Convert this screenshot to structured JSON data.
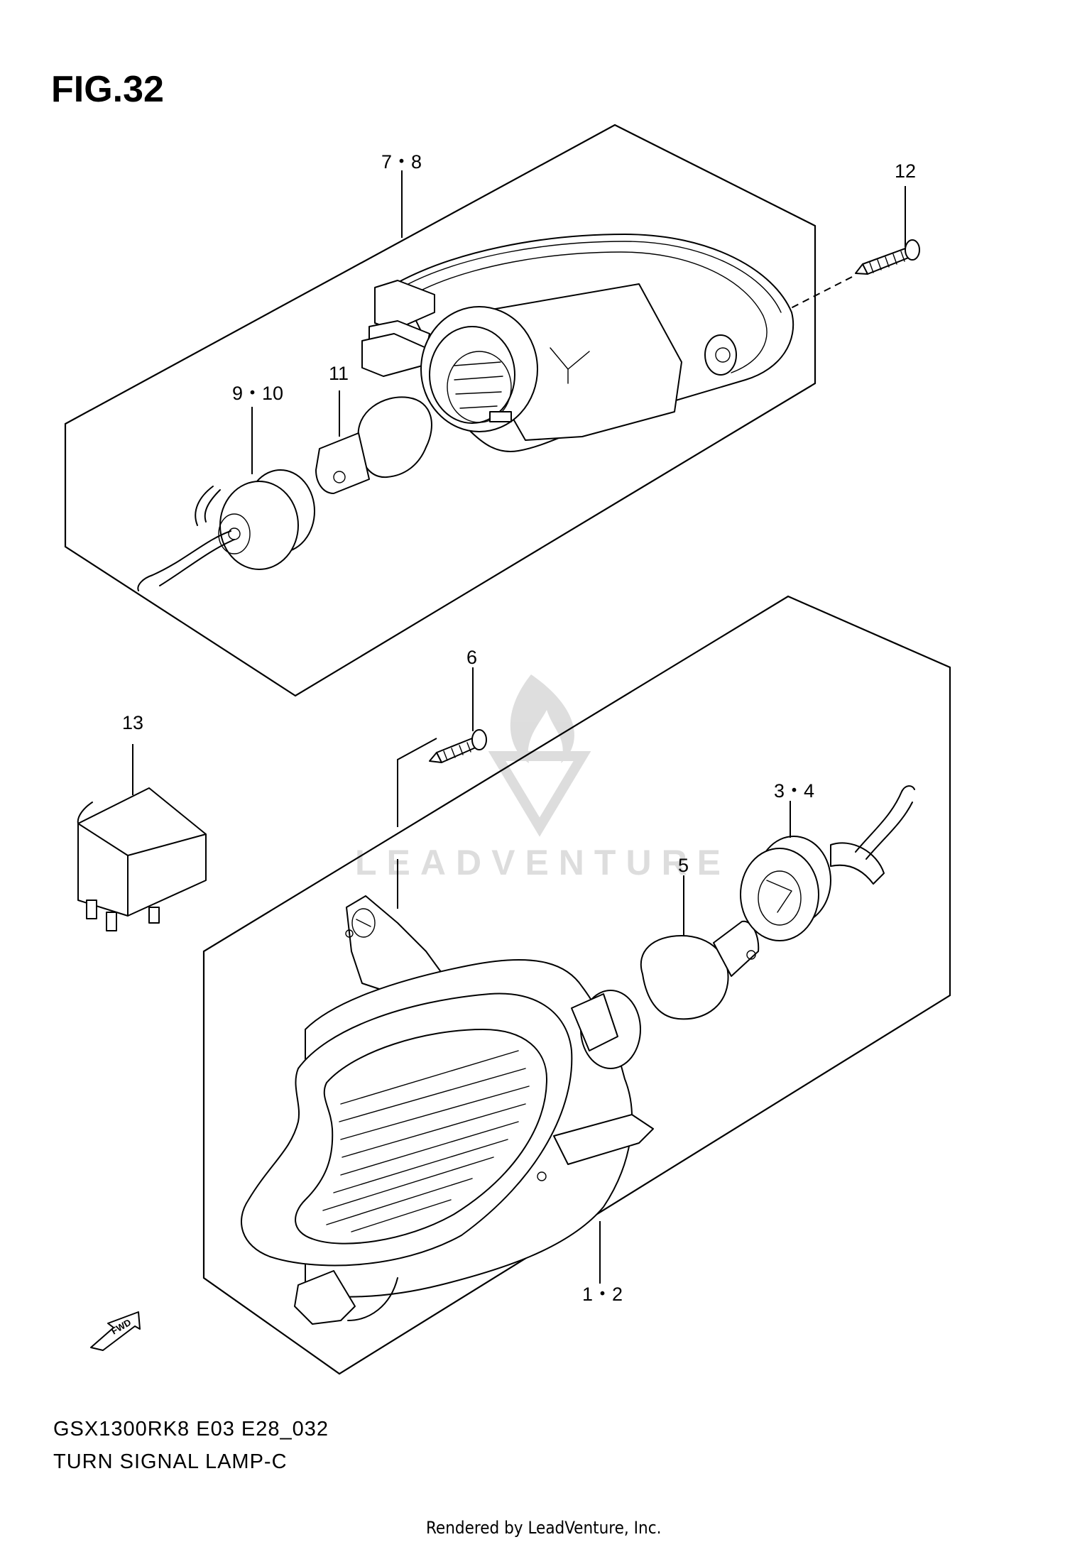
{
  "figure": {
    "title": "FIG.32",
    "model_code": "GSX1300RK8 E03 E28_032",
    "section_name": "TURN SIGNAL LAMP-C"
  },
  "callouts": {
    "c1_2": "1・2",
    "c3_4": "3・4",
    "c5": "5",
    "c6": "6",
    "c7_8": "7・8",
    "c9_10": "9・10",
    "c11": "11",
    "c12": "12",
    "c13": "13"
  },
  "direction_marker": "FWD",
  "watermark": "LEADVENTURE",
  "footer": {
    "rendered_by": "Rendered by LeadVenture, Inc."
  }
}
